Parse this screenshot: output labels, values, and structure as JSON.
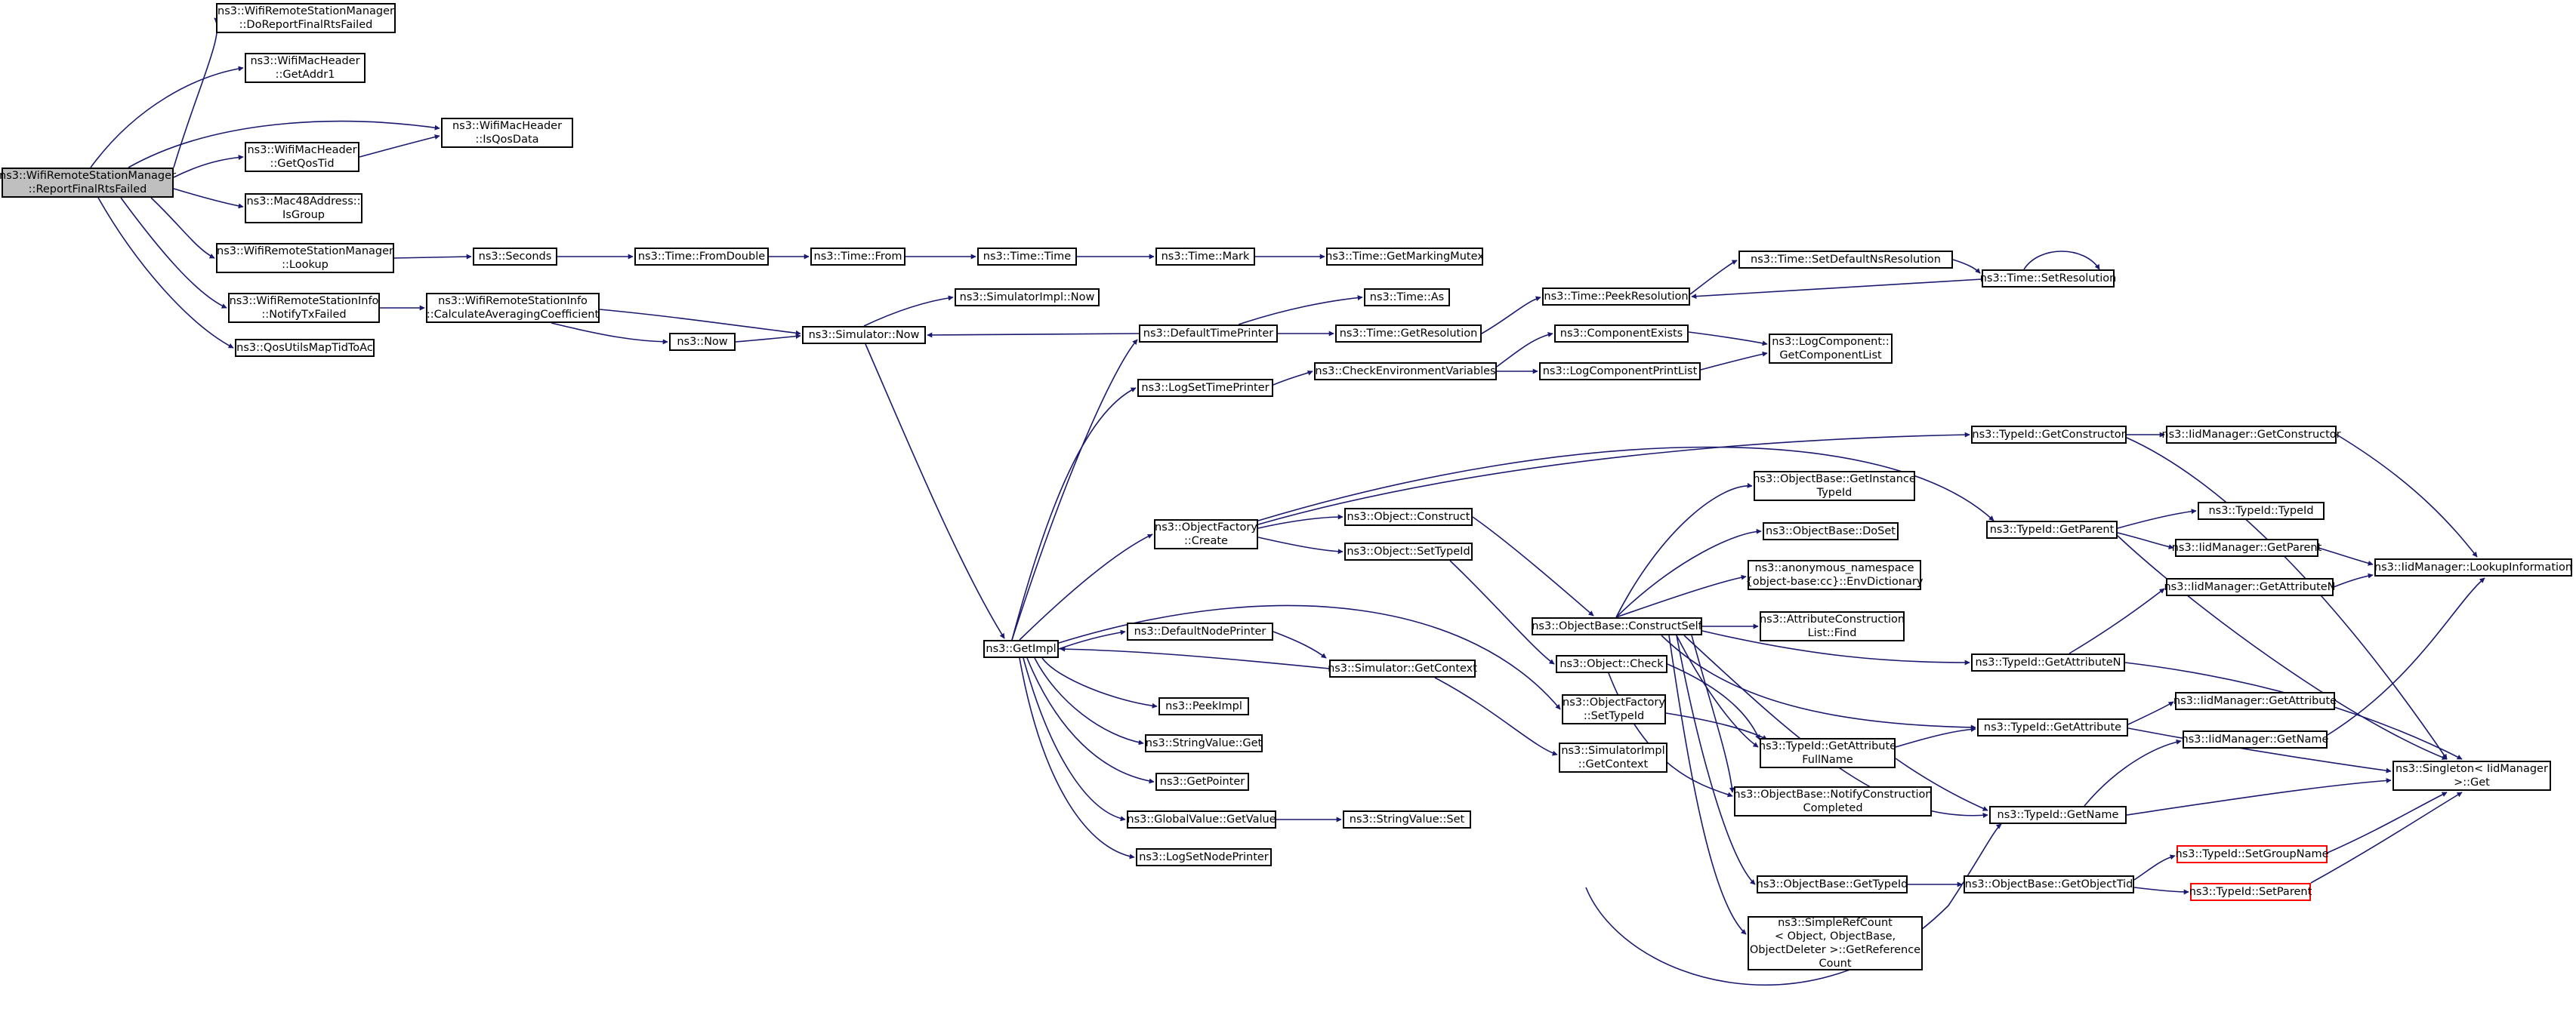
{
  "colors": {
    "edge": "#191970",
    "node_border": "#000000",
    "root_fill": "#bfbfbf",
    "external_border": "#ff0000"
  },
  "nodes": [
    {
      "id": "root",
      "lines": [
        "ns3::WifiRemoteStationManager",
        "::ReportFinalRtsFailed"
      ],
      "kind": "root"
    },
    {
      "id": "doReportFinalRtsFailed",
      "lines": [
        "ns3::WifiRemoteStationManager",
        "::DoReportFinalRtsFailed"
      ]
    },
    {
      "id": "getAddr1",
      "lines": [
        "ns3::WifiMacHeader",
        "::GetAddr1"
      ]
    },
    {
      "id": "isQosData",
      "lines": [
        "ns3::WifiMacHeader",
        "::IsQosData"
      ]
    },
    {
      "id": "getQosTid",
      "lines": [
        "ns3::WifiMacHeader",
        "::GetQosTid"
      ]
    },
    {
      "id": "isGroup",
      "lines": [
        "ns3::Mac48Address::",
        "IsGroup"
      ]
    },
    {
      "id": "lookup",
      "lines": [
        "ns3::WifiRemoteStationManager",
        "::Lookup"
      ]
    },
    {
      "id": "notifyTxFailed",
      "lines": [
        "ns3::WifiRemoteStationInfo",
        "::NotifyTxFailed"
      ]
    },
    {
      "id": "qosUtils",
      "lines": [
        "ns3::QosUtilsMapTidToAc"
      ]
    },
    {
      "id": "seconds",
      "lines": [
        "ns3::Seconds"
      ]
    },
    {
      "id": "fromDouble",
      "lines": [
        "ns3::Time::FromDouble"
      ]
    },
    {
      "id": "timeFrom",
      "lines": [
        "ns3::Time::From"
      ]
    },
    {
      "id": "timeTime",
      "lines": [
        "ns3::Time::Time"
      ]
    },
    {
      "id": "timeMark",
      "lines": [
        "ns3::Time::Mark"
      ]
    },
    {
      "id": "getMarkingMutex",
      "lines": [
        "ns3::Time::GetMarkingMutex"
      ]
    },
    {
      "id": "calcAvgCoef",
      "lines": [
        "ns3::WifiRemoteStationInfo",
        "::CalculateAveragingCoefficient"
      ]
    },
    {
      "id": "now",
      "lines": [
        "ns3::Now"
      ]
    },
    {
      "id": "simulatorNow",
      "lines": [
        "ns3::Simulator::Now"
      ]
    },
    {
      "id": "simImplNow",
      "lines": [
        "ns3::SimulatorImpl::Now"
      ]
    },
    {
      "id": "defaultTimePrinter",
      "lines": [
        "ns3::DefaultTimePrinter"
      ]
    },
    {
      "id": "timeAs",
      "lines": [
        "ns3::Time::As"
      ]
    },
    {
      "id": "getResolution",
      "lines": [
        "ns3::Time::GetResolution"
      ]
    },
    {
      "id": "peekResolution",
      "lines": [
        "ns3::Time::PeekResolution"
      ]
    },
    {
      "id": "setDefaultNsRes",
      "lines": [
        "ns3::Time::SetDefaultNsResolution"
      ]
    },
    {
      "id": "setResolution",
      "lines": [
        "ns3::Time::SetResolution"
      ]
    },
    {
      "id": "logSetTimePrinter",
      "lines": [
        "ns3::LogSetTimePrinter"
      ]
    },
    {
      "id": "checkEnvVars",
      "lines": [
        "ns3::CheckEnvironmentVariables"
      ]
    },
    {
      "id": "componentExists",
      "lines": [
        "ns3::ComponentExists"
      ]
    },
    {
      "id": "logComponentPrintList",
      "lines": [
        "ns3::LogComponentPrintList"
      ]
    },
    {
      "id": "getComponentList",
      "lines": [
        "ns3::LogComponent::",
        "GetComponentList"
      ]
    },
    {
      "id": "getConstructor",
      "lines": [
        "ns3::TypeId::GetConstructor"
      ]
    },
    {
      "id": "iidGetConstructor",
      "lines": [
        "ns3::IidManager::GetConstructor"
      ]
    },
    {
      "id": "objFactoryCreate",
      "lines": [
        "ns3::ObjectFactory",
        "::Create"
      ]
    },
    {
      "id": "objectConstruct",
      "lines": [
        "ns3::Object::Construct"
      ]
    },
    {
      "id": "objectSetTypeId",
      "lines": [
        "ns3::Object::SetTypeId"
      ]
    },
    {
      "id": "getInstanceTypeId",
      "lines": [
        "ns3::ObjectBase::GetInstance",
        "TypeId"
      ]
    },
    {
      "id": "doSet",
      "lines": [
        "ns3::ObjectBase::DoSet"
      ]
    },
    {
      "id": "envDictionary",
      "lines": [
        "ns3::anonymous_namespace",
        "{object-base:cc}::EnvDictionary"
      ]
    },
    {
      "id": "attrConstructionFind",
      "lines": [
        "ns3::AttributeConstruction",
        "List::Find"
      ]
    },
    {
      "id": "constructSelf",
      "lines": [
        "ns3::ObjectBase::ConstructSelf"
      ]
    },
    {
      "id": "getParent",
      "lines": [
        "ns3::TypeId::GetParent"
      ]
    },
    {
      "id": "typeIdTypeId",
      "lines": [
        "ns3::TypeId::TypeId"
      ]
    },
    {
      "id": "iidGetParent",
      "lines": [
        "ns3::IidManager::GetParent"
      ]
    },
    {
      "id": "lookupInformation",
      "lines": [
        "ns3::IidManager::LookupInformation"
      ]
    },
    {
      "id": "iidGetAttributeN",
      "lines": [
        "ns3::IidManager::GetAttributeN"
      ]
    },
    {
      "id": "getAttributeN",
      "lines": [
        "ns3::TypeId::GetAttributeN"
      ]
    },
    {
      "id": "getImpl",
      "lines": [
        "ns3::GetImpl"
      ]
    },
    {
      "id": "defaultNodePrinter",
      "lines": [
        "ns3::DefaultNodePrinter"
      ]
    },
    {
      "id": "simGetContext",
      "lines": [
        "ns3::Simulator::GetContext"
      ]
    },
    {
      "id": "objectCheck",
      "lines": [
        "ns3::Object::Check"
      ]
    },
    {
      "id": "objFactorySetTypeId",
      "lines": [
        "ns3::ObjectFactory",
        "::SetTypeId"
      ]
    },
    {
      "id": "peekImpl",
      "lines": [
        "ns3::PeekImpl"
      ]
    },
    {
      "id": "stringValueGet",
      "lines": [
        "ns3::StringValue::Get"
      ]
    },
    {
      "id": "simImplGetContext",
      "lines": [
        "ns3::SimulatorImpl",
        "::GetContext"
      ]
    },
    {
      "id": "getAttributeFullName",
      "lines": [
        "ns3::TypeId::GetAttribute",
        "FullName"
      ]
    },
    {
      "id": "getAttribute",
      "lines": [
        "ns3::TypeId::GetAttribute"
      ]
    },
    {
      "id": "iidGetAttribute",
      "lines": [
        "ns3::IidManager::GetAttribute"
      ]
    },
    {
      "id": "iidGetName",
      "lines": [
        "ns3::IidManager::GetName"
      ]
    },
    {
      "id": "singletonGet",
      "lines": [
        "ns3::Singleton< IidManager",
        ">::Get"
      ]
    },
    {
      "id": "getPointer",
      "lines": [
        "ns3::GetPointer"
      ]
    },
    {
      "id": "notifyConstructionCompleted",
      "lines": [
        "ns3::ObjectBase::NotifyConstruction",
        "Completed"
      ]
    },
    {
      "id": "typeIdGetName",
      "lines": [
        "ns3::TypeId::GetName"
      ]
    },
    {
      "id": "globalValueGetValue",
      "lines": [
        "ns3::GlobalValue::GetValue"
      ]
    },
    {
      "id": "stringValueSet",
      "lines": [
        "ns3::StringValue::Set"
      ]
    },
    {
      "id": "logSetNodePrinter",
      "lines": [
        "ns3::LogSetNodePrinter"
      ]
    },
    {
      "id": "objBaseGetTypeId",
      "lines": [
        "ns3::ObjectBase::GetTypeId"
      ]
    },
    {
      "id": "getObjectTid",
      "lines": [
        "ns3::ObjectBase::GetObjectTid"
      ]
    },
    {
      "id": "setGroupName",
      "lines": [
        "ns3::TypeId::SetGroupName"
      ],
      "kind": "external"
    },
    {
      "id": "setParent",
      "lines": [
        "ns3::TypeId::SetParent"
      ],
      "kind": "external"
    },
    {
      "id": "simpleRefCount",
      "lines": [
        "ns3::SimpleRefCount",
        "< Object, ObjectBase,",
        "ObjectDeleter >::GetReference",
        "Count"
      ]
    }
  ]
}
